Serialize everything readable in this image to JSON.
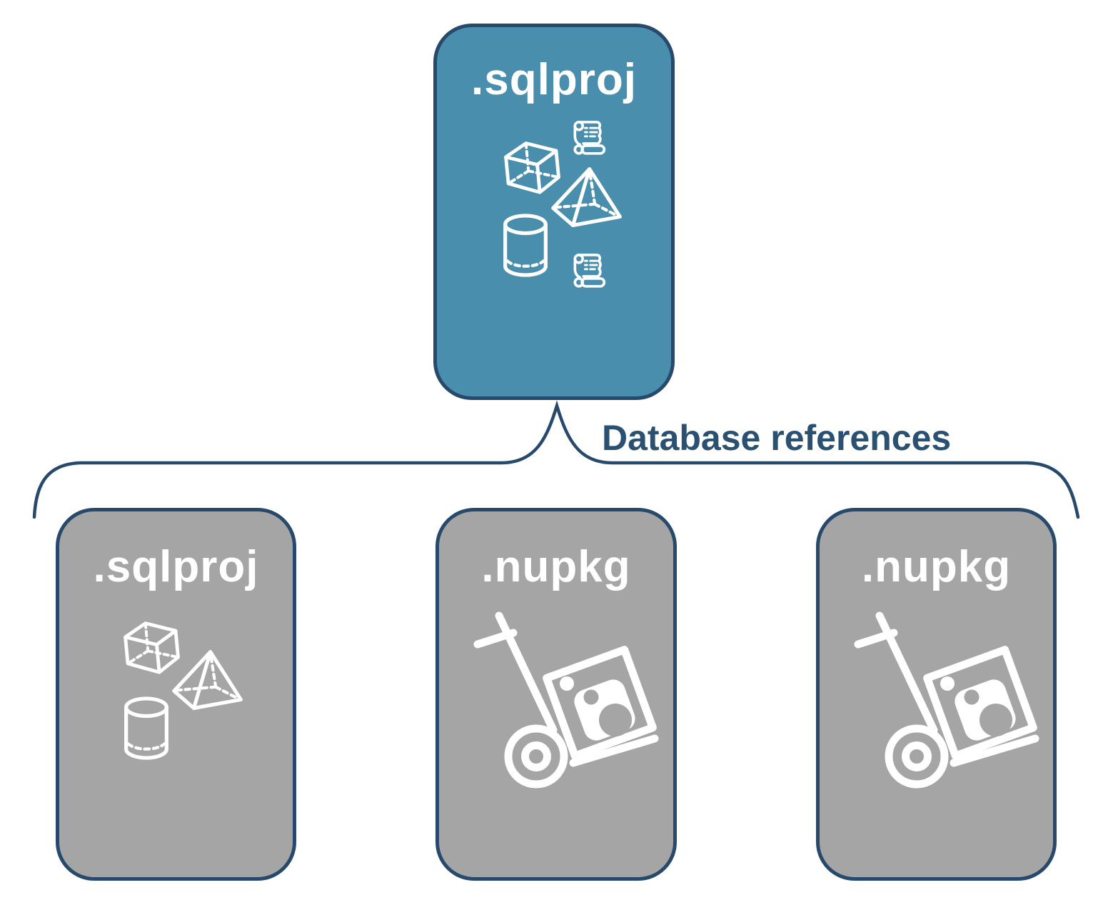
{
  "diagram": {
    "connector_label": "Database references",
    "root": {
      "title": ".sqlproj",
      "icons": [
        "cube-icon",
        "scroll-icon",
        "pyramid-icon",
        "cylinder-icon",
        "scroll-icon"
      ]
    },
    "children": [
      {
        "title": ".sqlproj",
        "icons": [
          "cube-icon",
          "pyramid-icon",
          "cylinder-icon"
        ]
      },
      {
        "title": ".nupkg",
        "icons": [
          "package-dolly-icon"
        ]
      },
      {
        "title": ".nupkg",
        "icons": [
          "package-dolly-icon"
        ]
      }
    ],
    "colors": {
      "root_fill": "#4a8eae",
      "child_fill": "#a5a5a5",
      "border": "#27496b",
      "label_text": "#2b5172",
      "icon_and_title": "#ffffff",
      "background": "#ffffff"
    }
  }
}
